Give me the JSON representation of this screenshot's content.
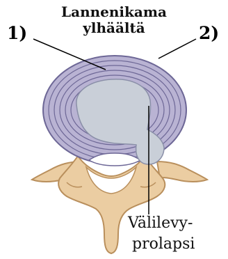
{
  "title": {
    "line1": "Lannenikama",
    "line2": "ylhäältä"
  },
  "markers": {
    "left": "1)",
    "right": "2)"
  },
  "caption": {
    "line1": "Välilevy-",
    "line2": "prolapsi"
  },
  "colors": {
    "disc_fill": "#b9b3d3",
    "disc_ring": "#6d6796",
    "nucleus": "#c9cfd8",
    "bone": "#ebcda2",
    "bone_dark": "#b98f5c"
  }
}
